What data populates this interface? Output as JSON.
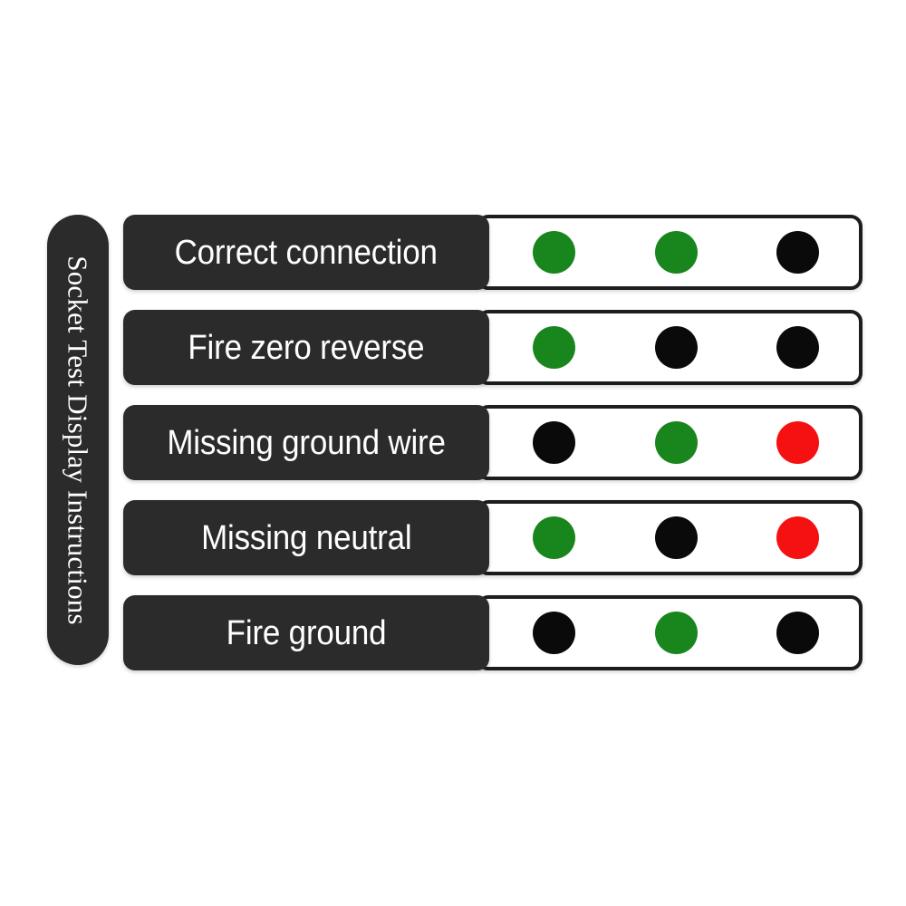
{
  "title": "Socket Test Display Instructions",
  "colors": {
    "panel_dark": "#2b2b2b",
    "panel_light": "#ffffff",
    "border": "#1d1d1d",
    "lamp_green": "#18861c",
    "lamp_red": "#f51111",
    "lamp_black": "#0a0a0a",
    "text_light": "#ffffff",
    "background": "#ffffff"
  },
  "sidebar": {
    "label": "Socket Test Display Instructions"
  },
  "legend": {
    "green": "lamp-on-green",
    "black": "lamp-off-black",
    "red": "lamp-on-red"
  },
  "rows": [
    {
      "label": "Correct connection",
      "lamps": [
        "green",
        "green",
        "black"
      ],
      "lamp_names": [
        "lamp-1-green",
        "lamp-2-green",
        "lamp-3-black"
      ]
    },
    {
      "label": "Fire zero reverse",
      "lamps": [
        "green",
        "black",
        "black"
      ],
      "lamp_names": [
        "lamp-1-green",
        "lamp-2-black",
        "lamp-3-black"
      ]
    },
    {
      "label": "Missing ground wire",
      "lamps": [
        "black",
        "green",
        "red"
      ],
      "lamp_names": [
        "lamp-1-black",
        "lamp-2-green",
        "lamp-3-red"
      ]
    },
    {
      "label": "Missing neutral",
      "lamps": [
        "green",
        "black",
        "red"
      ],
      "lamp_names": [
        "lamp-1-green",
        "lamp-2-black",
        "lamp-3-red"
      ]
    },
    {
      "label": "Fire ground",
      "lamps": [
        "black",
        "green",
        "black"
      ],
      "lamp_names": [
        "lamp-1-black",
        "lamp-2-green",
        "lamp-3-black"
      ]
    }
  ]
}
